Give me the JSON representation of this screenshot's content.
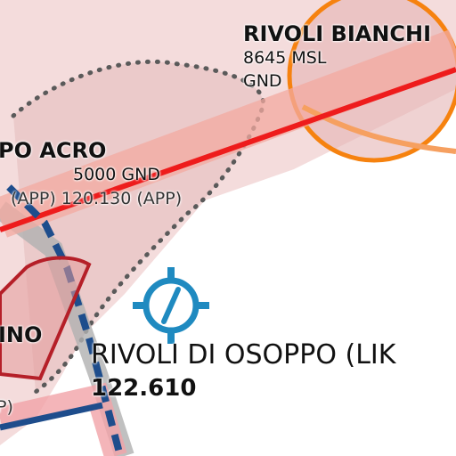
{
  "airspaces": {
    "rivoli_bianchi": {
      "name": "RIVOLI BIANCHI",
      "upper": "8645 MSL",
      "lower": "GND"
    },
    "osoppo_acro": {
      "name": "PO ACRO",
      "limits": "5000 GND",
      "freq_line": "(APP) 120.130  (APP)"
    },
    "left_zone": {
      "name": "INO",
      "freq_fragment": "P)"
    }
  },
  "airport": {
    "name": "RIVOLI DI OSOPPO (LIK",
    "frequency": "122.610",
    "icon": "airfield-icon"
  },
  "colors": {
    "restricted_fill": "#e7bfbf",
    "danger_line": "#ee1c1c",
    "orange_zone": "#f6820f",
    "airfield_blue": "#1f8ac0",
    "dotted_boundary": "#5a5a5a"
  }
}
